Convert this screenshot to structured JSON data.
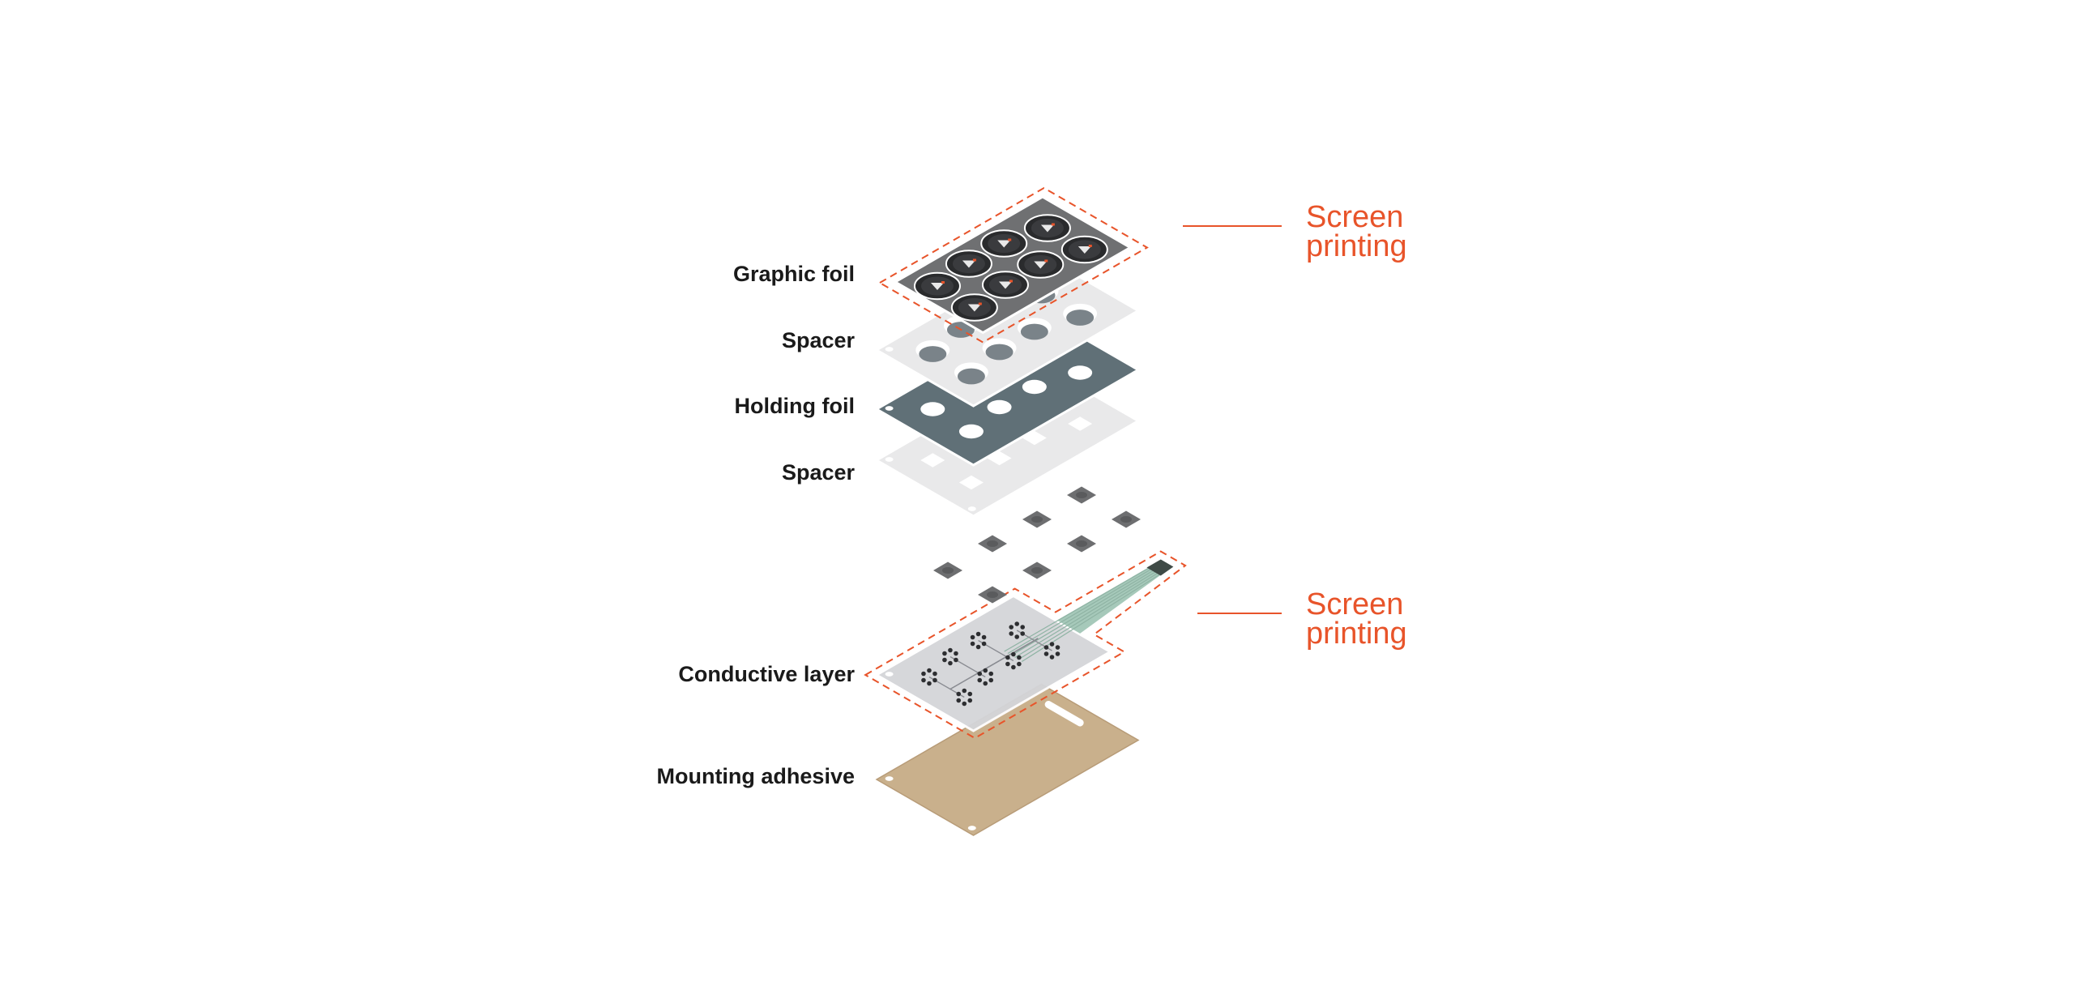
{
  "layers": [
    {
      "id": "graphic-foil",
      "label": "Graphic foil"
    },
    {
      "id": "spacer-top",
      "label": "Spacer"
    },
    {
      "id": "holding-foil",
      "label": "Holding foil"
    },
    {
      "id": "spacer-bottom",
      "label": "Spacer"
    },
    {
      "id": "conductive-layer",
      "label": "Conductive layer"
    },
    {
      "id": "mounting-adhesive",
      "label": "Mounting adhesive"
    }
  ],
  "callouts": [
    {
      "id": "screen-printing-top",
      "line1": "Screen",
      "line2": "printing"
    },
    {
      "id": "screen-printing-bottom",
      "line1": "Screen",
      "line2": "printing"
    }
  ],
  "colors": {
    "accent": "#e8542a",
    "graphic_foil": "#6f7072",
    "spacer": "#e9e9ea",
    "holding_foil": "#607077",
    "conductive": "#d4d5d9",
    "adhesive": "#c9b08c",
    "dome": "#6d6e70",
    "tail": "#a6c9ba"
  }
}
